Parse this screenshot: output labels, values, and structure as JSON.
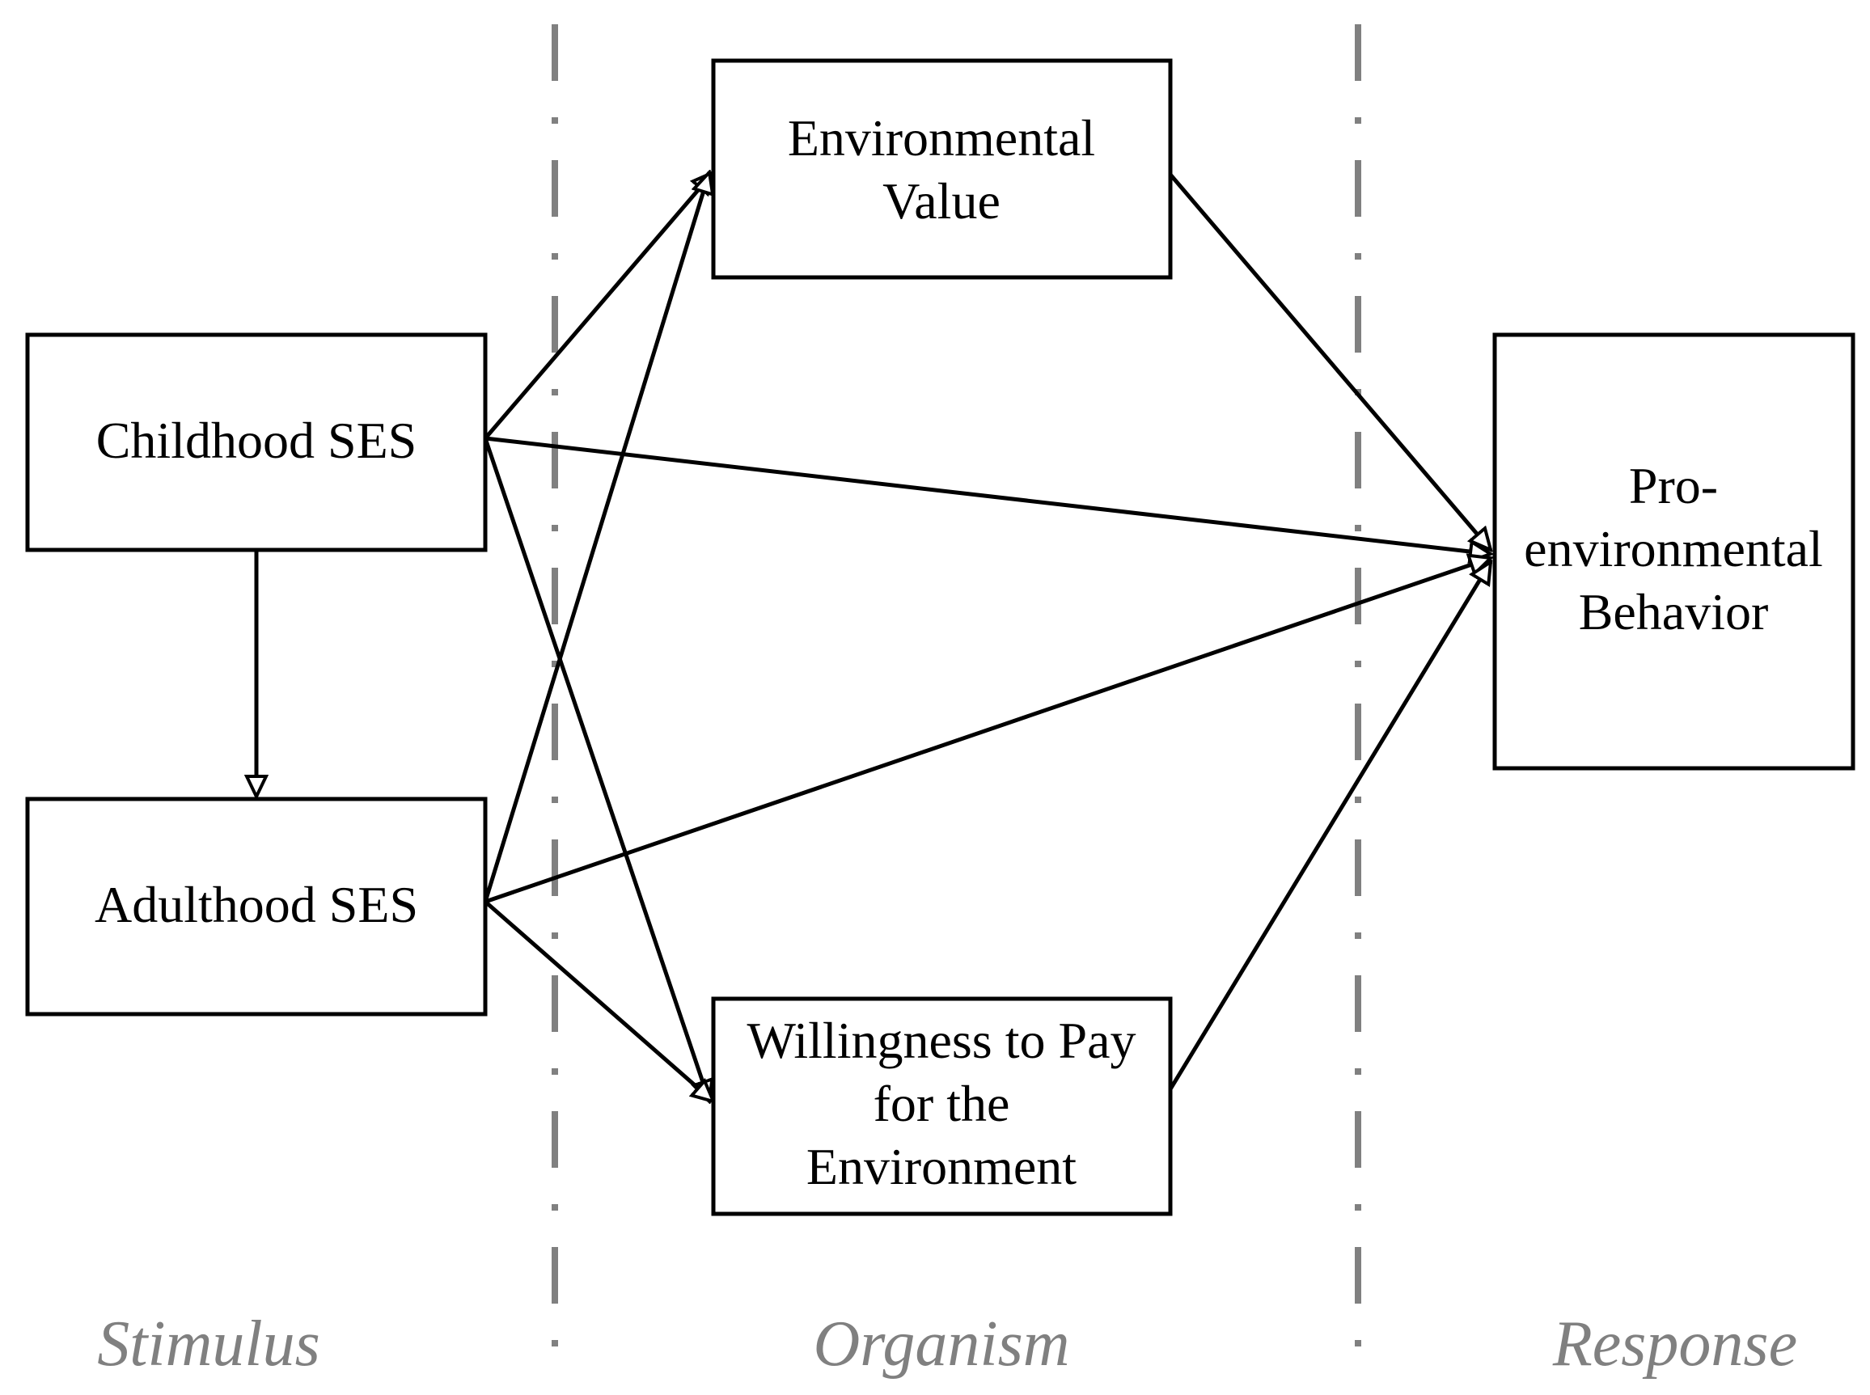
{
  "nodes": {
    "childhood_ses": {
      "lines": [
        "Childhood SES"
      ]
    },
    "adulthood_ses": {
      "lines": [
        "Adulthood SES"
      ]
    },
    "environmental_value": {
      "lines": [
        "Environmental",
        "Value"
      ]
    },
    "willingness_to_pay": {
      "lines": [
        "Willingness to Pay",
        "for the",
        "Environment"
      ]
    },
    "pro_environmental_behavior": {
      "lines": [
        "Pro-",
        "environmental",
        "Behavior"
      ]
    }
  },
  "stages": {
    "stimulus": "Stimulus",
    "organism": "Organism",
    "response": "Response"
  },
  "edges": [
    {
      "from": "Childhood SES",
      "to": "Adulthood SES"
    },
    {
      "from": "Childhood SES",
      "to": "Environmental Value"
    },
    {
      "from": "Childhood SES",
      "to": "Willingness to Pay for the Environment"
    },
    {
      "from": "Childhood SES",
      "to": "Pro-environmental Behavior"
    },
    {
      "from": "Adulthood SES",
      "to": "Environmental Value"
    },
    {
      "from": "Adulthood SES",
      "to": "Willingness to Pay for the Environment"
    },
    {
      "from": "Adulthood SES",
      "to": "Pro-environmental Behavior"
    },
    {
      "from": "Environmental Value",
      "to": "Pro-environmental Behavior"
    },
    {
      "from": "Willingness to Pay for the Environment",
      "to": "Pro-environmental Behavior"
    }
  ],
  "colors": {
    "stroke": "#000000",
    "divider": "#808080",
    "stage_label": "#808080"
  }
}
